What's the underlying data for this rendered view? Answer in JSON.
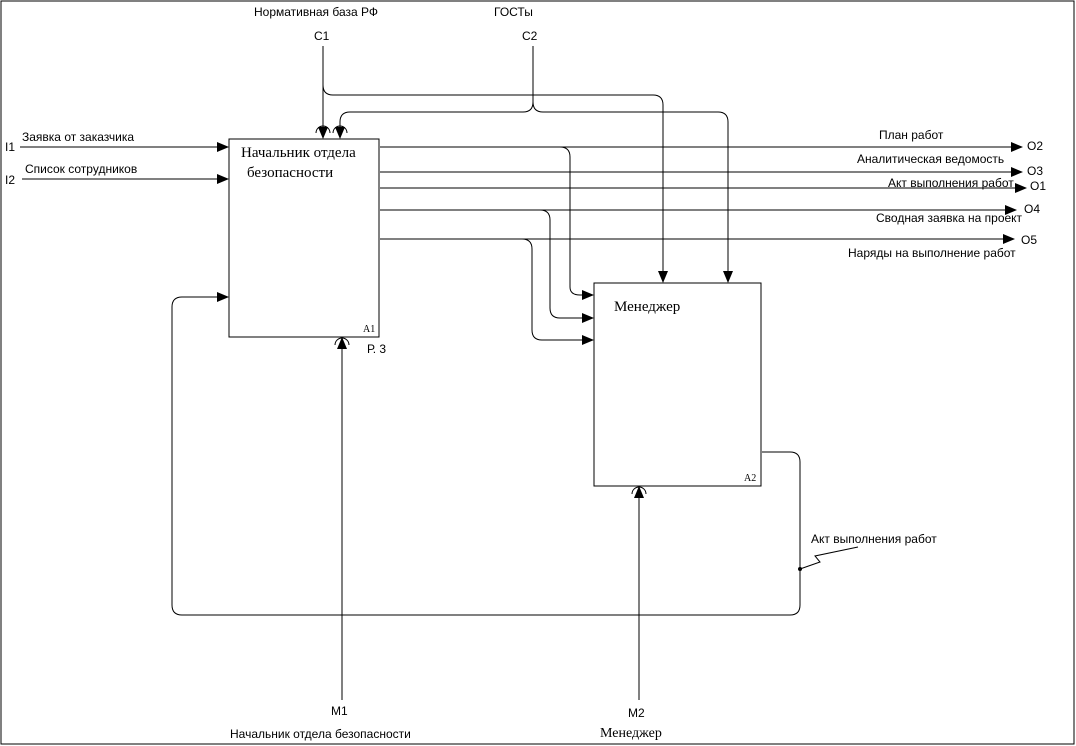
{
  "diagram": {
    "boxes": [
      {
        "name": "Начальник отдела безопасности",
        "line1": "Начальник отдела",
        "line2": "безопасности",
        "number": "А1",
        "ref": "Р. 3"
      },
      {
        "name": "Менеджер",
        "number": "А2"
      }
    ],
    "controls": [
      {
        "code": "C1",
        "label": "Нормативная база РФ"
      },
      {
        "code": "C2",
        "label": "ГОСТы"
      }
    ],
    "inputs": [
      {
        "code": "I1",
        "label": "Заявка от заказчика"
      },
      {
        "code": "I2",
        "label": "Список сотрудников"
      }
    ],
    "outputs": [
      {
        "code": "O2",
        "label": "План  работ"
      },
      {
        "code": "O3",
        "label": "Аналитическая ведомость"
      },
      {
        "code": "O1",
        "label": "Акт выполнения работ"
      },
      {
        "code": "O4",
        "label": "Сводная заявка на проект"
      },
      {
        "code": "O5",
        "label": "Наряды на выполнение работ"
      }
    ],
    "mechanisms": [
      {
        "code": "M1",
        "label": "Начальник отдела  безопасности"
      },
      {
        "code": "M2",
        "label": "Менеджер"
      }
    ],
    "feedback": {
      "label": "Акт выполнения работ"
    }
  }
}
